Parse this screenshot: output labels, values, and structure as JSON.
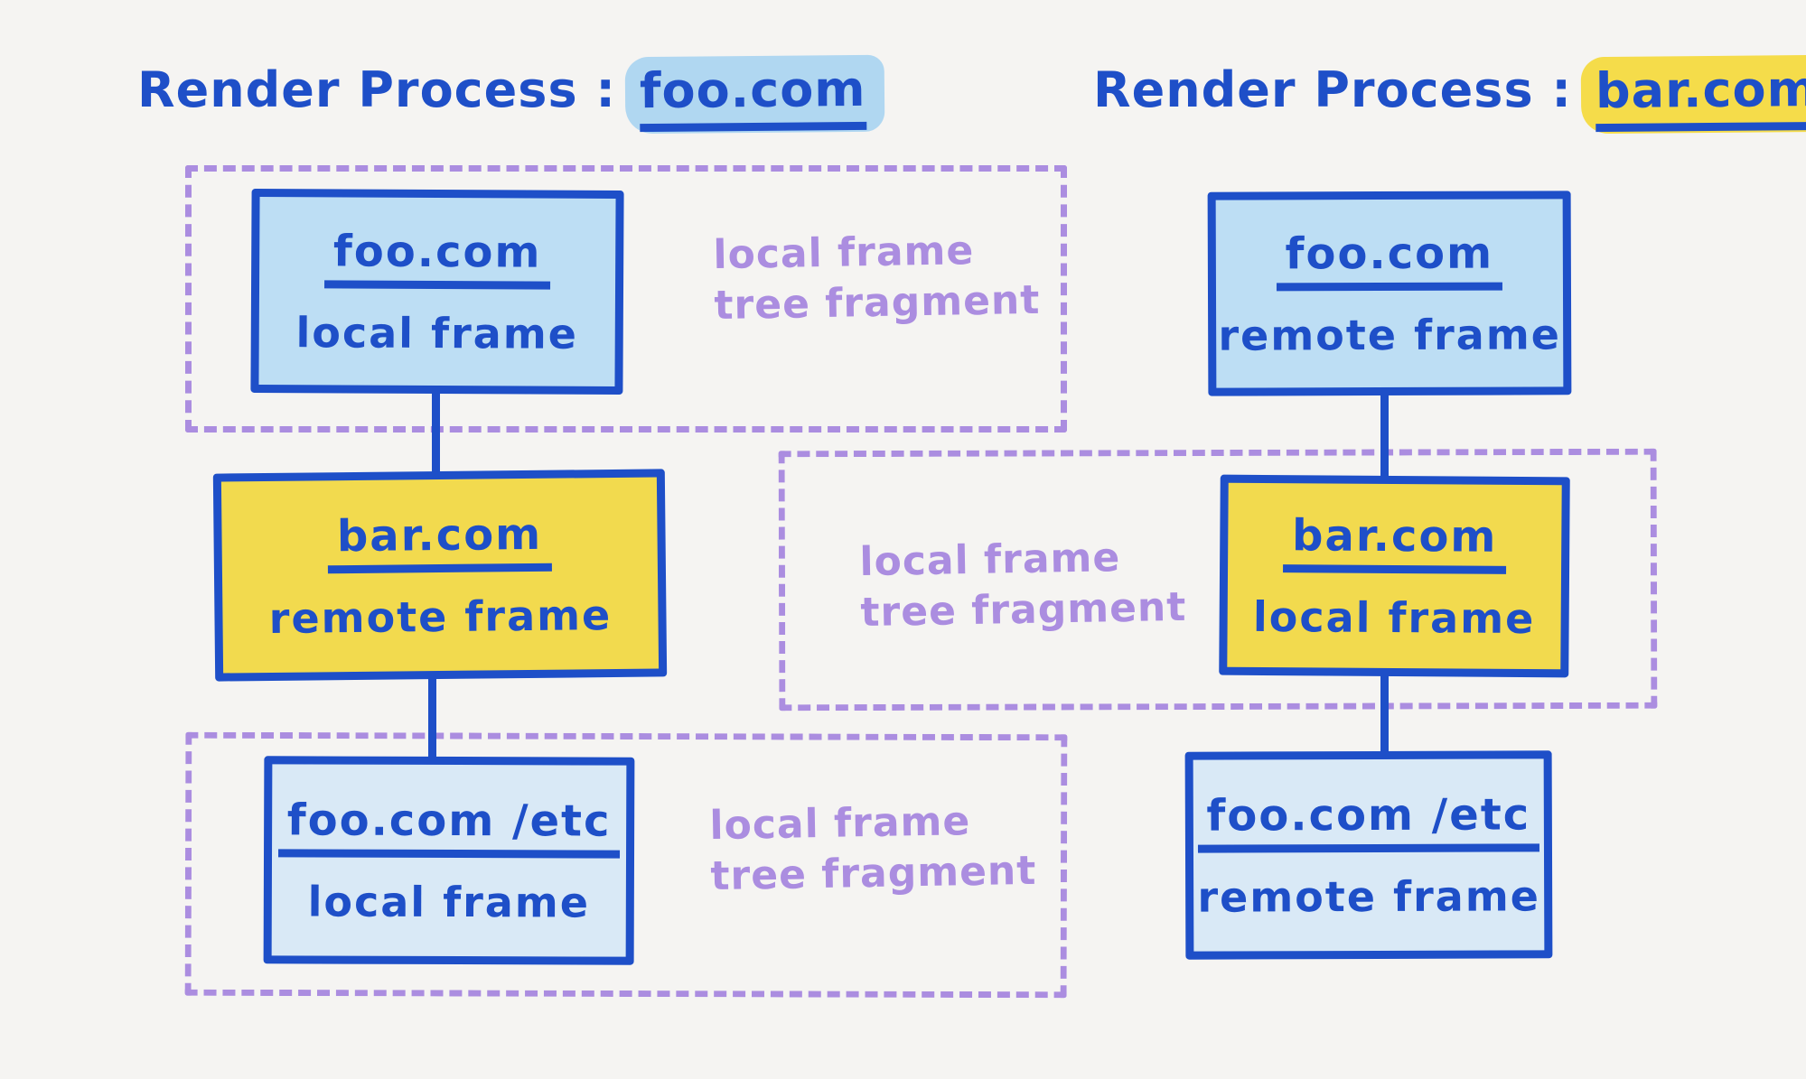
{
  "titles": {
    "left": {
      "prefix": "Render Process :",
      "domain": "foo.com"
    },
    "right": {
      "prefix": "Render Process :",
      "domain": "bar.com"
    }
  },
  "fragment_label": {
    "line1": "local frame",
    "line2": "tree fragment"
  },
  "nodes": {
    "left_top": {
      "domain": "foo.com",
      "kind": "local frame"
    },
    "left_middle": {
      "domain": "bar.com",
      "kind": "remote frame"
    },
    "left_bottom": {
      "domain": "foo.com /etc",
      "kind": "local frame"
    },
    "right_top": {
      "domain": "foo.com",
      "kind": "remote frame"
    },
    "right_middle": {
      "domain": "bar.com",
      "kind": "local frame"
    },
    "right_bottom": {
      "domain": "foo.com /etc",
      "kind": "remote frame"
    }
  },
  "colors": {
    "ink_blue": "#1e4fc8",
    "box_fill_blue": "#bddef4",
    "box_fill_blue_light": "#d9e9f6",
    "box_fill_yellow": "#f2da4e",
    "highlight_blue": "#b0d7f1",
    "highlight_yellow": "#f5dc4a",
    "purple": "#ab8de0",
    "background": "#f5f4f2"
  }
}
